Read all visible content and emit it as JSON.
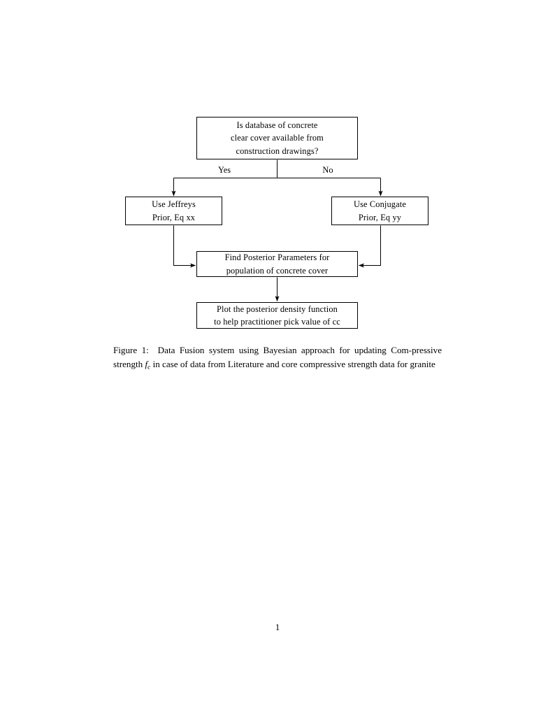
{
  "document": {
    "page_number": "1",
    "background_color": "#ffffff",
    "text_color": "#000000"
  },
  "figure": {
    "type": "flowchart",
    "nodes": [
      {
        "id": "question",
        "lines": [
          "Is database of concrete",
          "clear cover available from",
          "construction drawings?"
        ]
      },
      {
        "id": "jeffreys",
        "lines": [
          "Use Jeffreys",
          "Prior, Eq xx"
        ]
      },
      {
        "id": "conjugate",
        "lines": [
          "Use Conjugate",
          "Prior, Eq yy"
        ]
      },
      {
        "id": "posterior",
        "lines": [
          "Find Posterior Parameters for",
          "population of concrete cover"
        ]
      },
      {
        "id": "plot",
        "lines": [
          "Plot the posterior density function",
          "to help practitioner pick value of cc"
        ]
      }
    ],
    "edge_labels": {
      "yes": "Yes",
      "no": "No"
    },
    "edges": [
      {
        "from": "question",
        "to": "jeffreys",
        "label": "Yes"
      },
      {
        "from": "question",
        "to": "conjugate",
        "label": "No"
      },
      {
        "from": "jeffreys",
        "to": "posterior",
        "label": ""
      },
      {
        "from": "conjugate",
        "to": "posterior",
        "label": ""
      },
      {
        "from": "posterior",
        "to": "plot",
        "label": ""
      }
    ],
    "line_color": "#000000"
  },
  "caption": {
    "label": "Figure 1:",
    "part1": "Data Fusion system using Bayesian approach for updating Com-pressive strength",
    "symbol_base": "f",
    "symbol_sub": "c",
    "part2": "in case of data from Literature and core compressive strength data for granite",
    "full_text": "Figure 1: Data Fusion system using Bayesian approach for updating Compressive strength fc in case of data from Literature and core compressive strength data for granite"
  }
}
